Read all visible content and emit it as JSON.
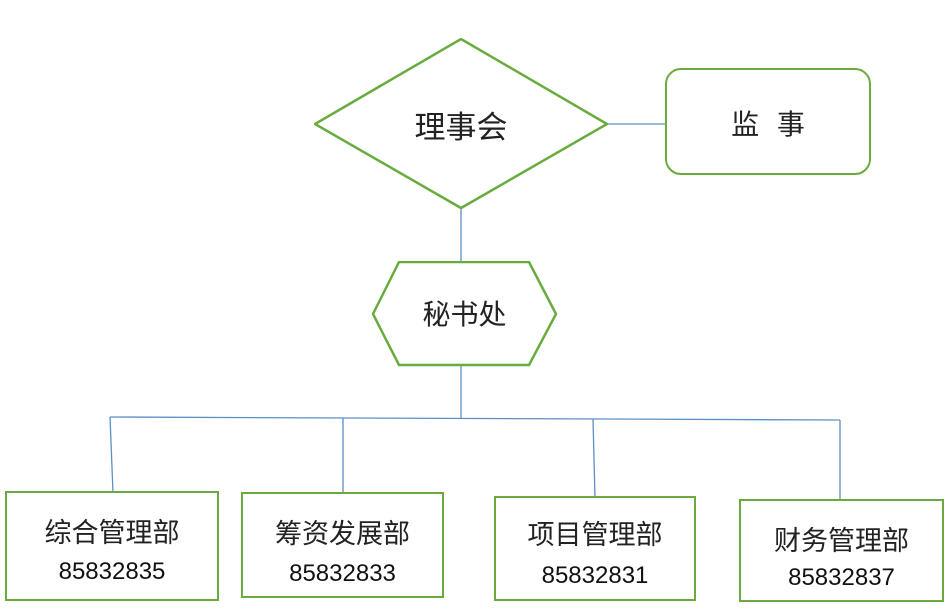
{
  "diagram": {
    "board": {
      "label": "理事会"
    },
    "supervisor": {
      "label": "监  事"
    },
    "secretariat": {
      "label": "秘书处"
    },
    "departments": [
      {
        "name": "综合管理部",
        "phone": "85832835"
      },
      {
        "name": "筹资发展部",
        "phone": "85832833"
      },
      {
        "name": "项目管理部",
        "phone": "85832831"
      },
      {
        "name": "财务管理部",
        "phone": "85832837"
      }
    ]
  },
  "colors": {
    "node_border": "#6aab3f",
    "connector": "#5b8fc7"
  }
}
